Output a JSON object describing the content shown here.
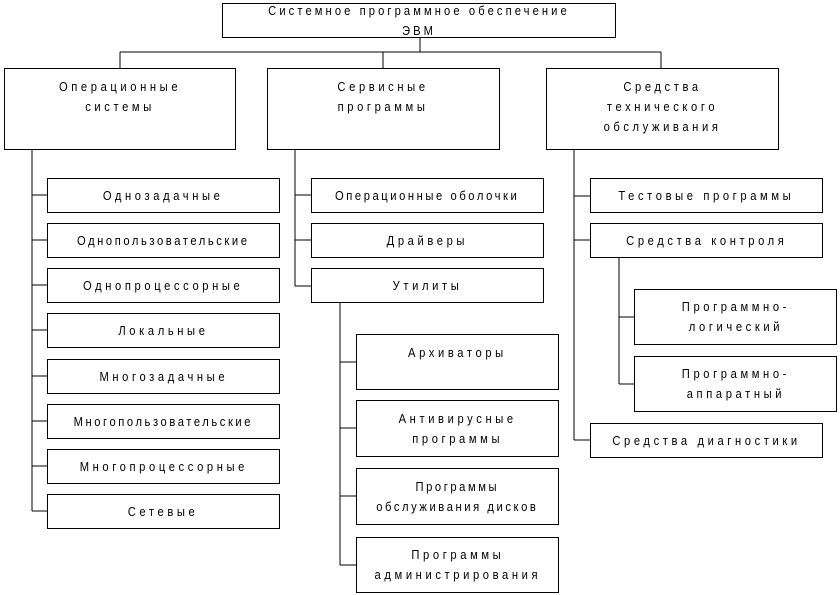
{
  "root": "Системное программное обеспечение ЭВМ",
  "categories": [
    {
      "title": "Операционные\nсистемы",
      "items": [
        "Однозадачные",
        "Однопользовательские",
        "Однопроцессорные",
        "Локальные",
        "Многозадачные",
        "Многопользовательские",
        "Многопроцессорные",
        "Сетевые"
      ]
    },
    {
      "title": "Сервисные\nпрограммы",
      "items": [
        "Операционные оболочки",
        "Драйверы",
        "Утилиты"
      ],
      "utilities": [
        "Архиваторы",
        "Антивирусные\nпрограммы",
        "Программы\nобслуживания дисков",
        "Программы\nадминистрирования"
      ]
    },
    {
      "title": "Средства\nтехнического\nобслуживания",
      "items": [
        "Тестовые программы",
        "Средства контроля",
        "Средства диагностики"
      ],
      "control": [
        "Программно-\nлогический",
        "Программно-\nаппаратный"
      ]
    }
  ]
}
